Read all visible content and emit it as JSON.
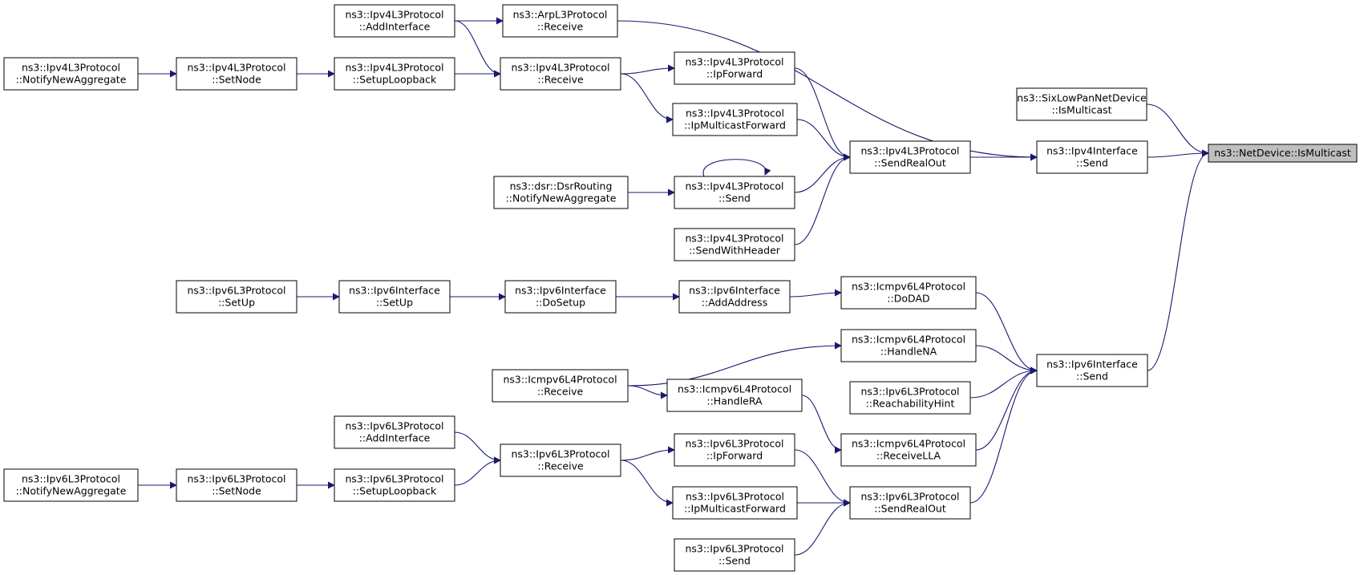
{
  "diagram": {
    "colors": {
      "edge": "#191970",
      "root_fill": "#bfbfbf",
      "node_fill": "#ffffff",
      "node_border": "#000000"
    },
    "nodes": [
      {
        "id": "root",
        "lines": [
          "ns3::NetDevice::IsMulticast"
        ],
        "root": true
      },
      {
        "id": "sixlow",
        "lines": [
          "ns3::SixLowPanNetDevice",
          "::IsMulticast"
        ]
      },
      {
        "id": "ipv4if_send",
        "lines": [
          "ns3::Ipv4Interface",
          "::Send"
        ]
      },
      {
        "id": "ipv6if_send",
        "lines": [
          "ns3::Ipv6Interface",
          "::Send"
        ]
      },
      {
        "id": "v4_sendrealout",
        "lines": [
          "ns3::Ipv4L3Protocol",
          "::SendRealOut"
        ]
      },
      {
        "id": "arp_receive",
        "lines": [
          "ns3::ArpL3Protocol",
          "::Receive"
        ]
      },
      {
        "id": "v4_ipforward",
        "lines": [
          "ns3::Ipv4L3Protocol",
          "::IpForward"
        ]
      },
      {
        "id": "v4_ipmcfwd",
        "lines": [
          "ns3::Ipv4L3Protocol",
          "::IpMulticastForward"
        ]
      },
      {
        "id": "v4_send",
        "lines": [
          "ns3::Ipv4L3Protocol",
          "::Send"
        ]
      },
      {
        "id": "v4_sendwh",
        "lines": [
          "ns3::Ipv4L3Protocol",
          "::SendWithHeader"
        ]
      },
      {
        "id": "v4_addif",
        "lines": [
          "ns3::Ipv4L3Protocol",
          "::AddInterface"
        ]
      },
      {
        "id": "v4_receive",
        "lines": [
          "ns3::Ipv4L3Protocol",
          "::Receive"
        ]
      },
      {
        "id": "v4_setuplo",
        "lines": [
          "ns3::Ipv4L3Protocol",
          "::SetupLoopback"
        ]
      },
      {
        "id": "v4_setnode",
        "lines": [
          "ns3::Ipv4L3Protocol",
          "::SetNode"
        ]
      },
      {
        "id": "v4_notify",
        "lines": [
          "ns3::Ipv4L3Protocol",
          "::NotifyNewAggregate"
        ]
      },
      {
        "id": "dsr_notify",
        "lines": [
          "ns3::dsr::DsrRouting",
          "::NotifyNewAggregate"
        ]
      },
      {
        "id": "icmp_dodad",
        "lines": [
          "ns3::Icmpv6L4Protocol",
          "::DoDAD"
        ]
      },
      {
        "id": "icmp_handlena",
        "lines": [
          "ns3::Icmpv6L4Protocol",
          "::HandleNA"
        ]
      },
      {
        "id": "v6_reach",
        "lines": [
          "ns3::Ipv6L3Protocol",
          "::ReachabilityHint"
        ]
      },
      {
        "id": "icmp_receivella",
        "lines": [
          "ns3::Icmpv6L4Protocol",
          "::ReceiveLLA"
        ]
      },
      {
        "id": "v6_sendrealout",
        "lines": [
          "ns3::Ipv6L3Protocol",
          "::SendRealOut"
        ]
      },
      {
        "id": "v6if_addaddr",
        "lines": [
          "ns3::Ipv6Interface",
          "::AddAddress"
        ]
      },
      {
        "id": "v6if_dosetup",
        "lines": [
          "ns3::Ipv6Interface",
          "::DoSetup"
        ]
      },
      {
        "id": "v6if_setup",
        "lines": [
          "ns3::Ipv6Interface",
          "::SetUp"
        ]
      },
      {
        "id": "v6_setup",
        "lines": [
          "ns3::Ipv6L3Protocol",
          "::SetUp"
        ]
      },
      {
        "id": "icmp_receive",
        "lines": [
          "ns3::Icmpv6L4Protocol",
          "::Receive"
        ]
      },
      {
        "id": "icmp_handlera",
        "lines": [
          "ns3::Icmpv6L4Protocol",
          "::HandleRA"
        ]
      },
      {
        "id": "v6_ipforward",
        "lines": [
          "ns3::Ipv6L3Protocol",
          "::IpForward"
        ]
      },
      {
        "id": "v6_ipmcfwd",
        "lines": [
          "ns3::Ipv6L3Protocol",
          "::IpMulticastForward"
        ]
      },
      {
        "id": "v6_send",
        "lines": [
          "ns3::Ipv6L3Protocol",
          "::Send"
        ]
      },
      {
        "id": "v6_receive",
        "lines": [
          "ns3::Ipv6L3Protocol",
          "::Receive"
        ]
      },
      {
        "id": "v6_addif",
        "lines": [
          "ns3::Ipv6L3Protocol",
          "::AddInterface"
        ]
      },
      {
        "id": "v6_setuplo",
        "lines": [
          "ns3::Ipv6L3Protocol",
          "::SetupLoopback"
        ]
      },
      {
        "id": "v6_setnode",
        "lines": [
          "ns3::Ipv6L3Protocol",
          "::SetNode"
        ]
      },
      {
        "id": "v6_notify",
        "lines": [
          "ns3::Ipv6L3Protocol",
          "::NotifyNewAggregate"
        ]
      }
    ],
    "edges": [
      {
        "from": "sixlow",
        "to": "root"
      },
      {
        "from": "ipv4if_send",
        "to": "root"
      },
      {
        "from": "ipv6if_send",
        "to": "root"
      },
      {
        "from": "v4_sendrealout",
        "to": "ipv4if_send"
      },
      {
        "from": "arp_receive",
        "to": "ipv4if_send"
      },
      {
        "from": "v4_ipforward",
        "to": "v4_sendrealout"
      },
      {
        "from": "v4_ipmcfwd",
        "to": "v4_sendrealout"
      },
      {
        "from": "v4_send",
        "to": "v4_sendrealout"
      },
      {
        "from": "v4_sendwh",
        "to": "v4_sendrealout"
      },
      {
        "from": "v4_send",
        "to": "v4_send"
      },
      {
        "from": "v4_addif",
        "to": "arp_receive"
      },
      {
        "from": "v4_addif",
        "to": "v4_receive"
      },
      {
        "from": "v4_receive",
        "to": "v4_ipforward"
      },
      {
        "from": "v4_receive",
        "to": "v4_ipmcfwd"
      },
      {
        "from": "v4_setuplo",
        "to": "v4_receive"
      },
      {
        "from": "v4_setnode",
        "to": "v4_setuplo"
      },
      {
        "from": "v4_notify",
        "to": "v4_setnode"
      },
      {
        "from": "dsr_notify",
        "to": "v4_send"
      },
      {
        "from": "icmp_dodad",
        "to": "ipv6if_send"
      },
      {
        "from": "icmp_handlena",
        "to": "ipv6if_send"
      },
      {
        "from": "v6_reach",
        "to": "ipv6if_send"
      },
      {
        "from": "icmp_receivella",
        "to": "ipv6if_send"
      },
      {
        "from": "v6_sendrealout",
        "to": "ipv6if_send"
      },
      {
        "from": "v6if_addaddr",
        "to": "icmp_dodad"
      },
      {
        "from": "v6if_dosetup",
        "to": "v6if_addaddr"
      },
      {
        "from": "v6if_setup",
        "to": "v6if_dosetup"
      },
      {
        "from": "v6_setup",
        "to": "v6if_setup"
      },
      {
        "from": "icmp_receive",
        "to": "icmp_handlena"
      },
      {
        "from": "icmp_receive",
        "to": "icmp_handlera"
      },
      {
        "from": "icmp_handlera",
        "to": "icmp_receivella"
      },
      {
        "from": "v6_ipforward",
        "to": "v6_sendrealout"
      },
      {
        "from": "v6_ipmcfwd",
        "to": "v6_sendrealout"
      },
      {
        "from": "v6_send",
        "to": "v6_sendrealout"
      },
      {
        "from": "v6_receive",
        "to": "v6_ipforward"
      },
      {
        "from": "v6_receive",
        "to": "v6_ipmcfwd"
      },
      {
        "from": "v6_addif",
        "to": "v6_receive"
      },
      {
        "from": "v6_setuplo",
        "to": "v6_receive"
      },
      {
        "from": "v6_setnode",
        "to": "v6_setuplo"
      },
      {
        "from": "v6_notify",
        "to": "v6_setnode"
      }
    ]
  }
}
